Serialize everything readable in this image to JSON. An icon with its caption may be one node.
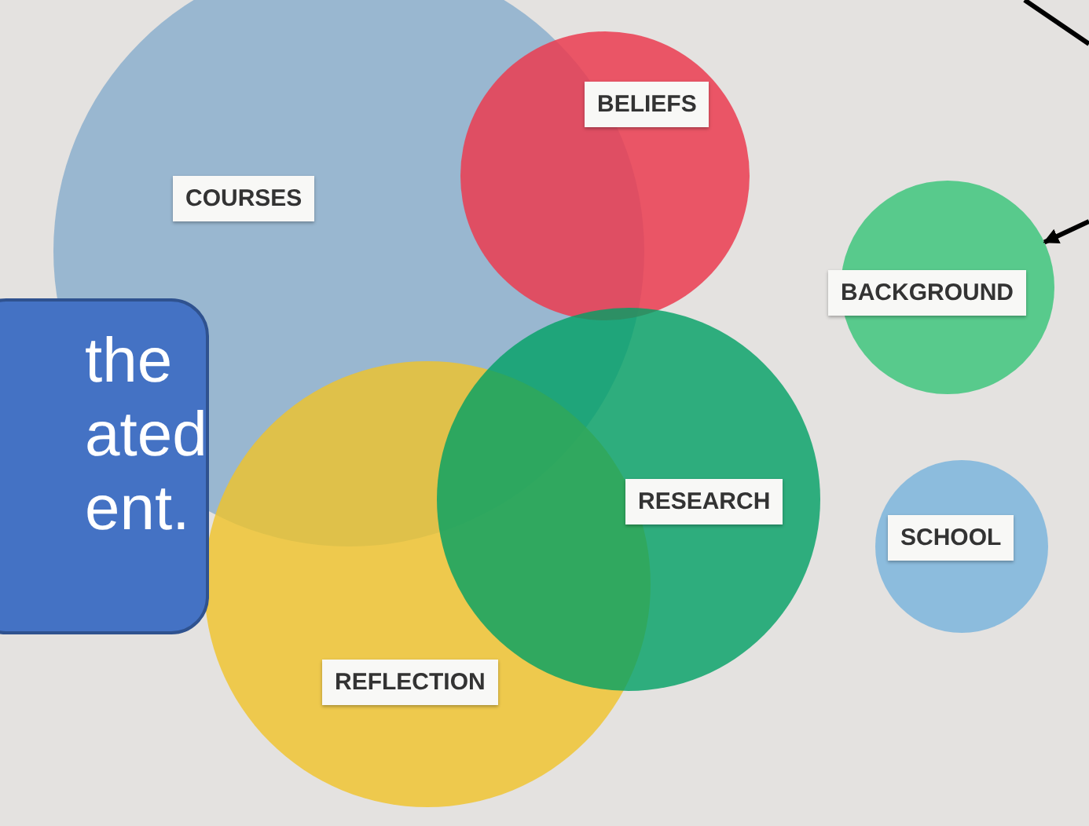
{
  "diagram": {
    "nodes": [
      {
        "text": [
          "COURSES"
        ]
      },
      {
        "text": [
          "BELIEFS"
        ]
      },
      {
        "text": [
          "BACKGROUND"
        ]
      },
      {
        "text": [
          "the ated ent."
        ]
      },
      {
        "text": [
          "RESEARCH"
        ]
      },
      {
        "text": [
          "SCHOOL"
        ]
      },
      {
        "text": [
          "REFLECTION"
        ]
      }
    ],
    "edges": [
      {
        "from": null,
        "to": 2,
        "arrow": "to"
      }
    ]
  }
}
